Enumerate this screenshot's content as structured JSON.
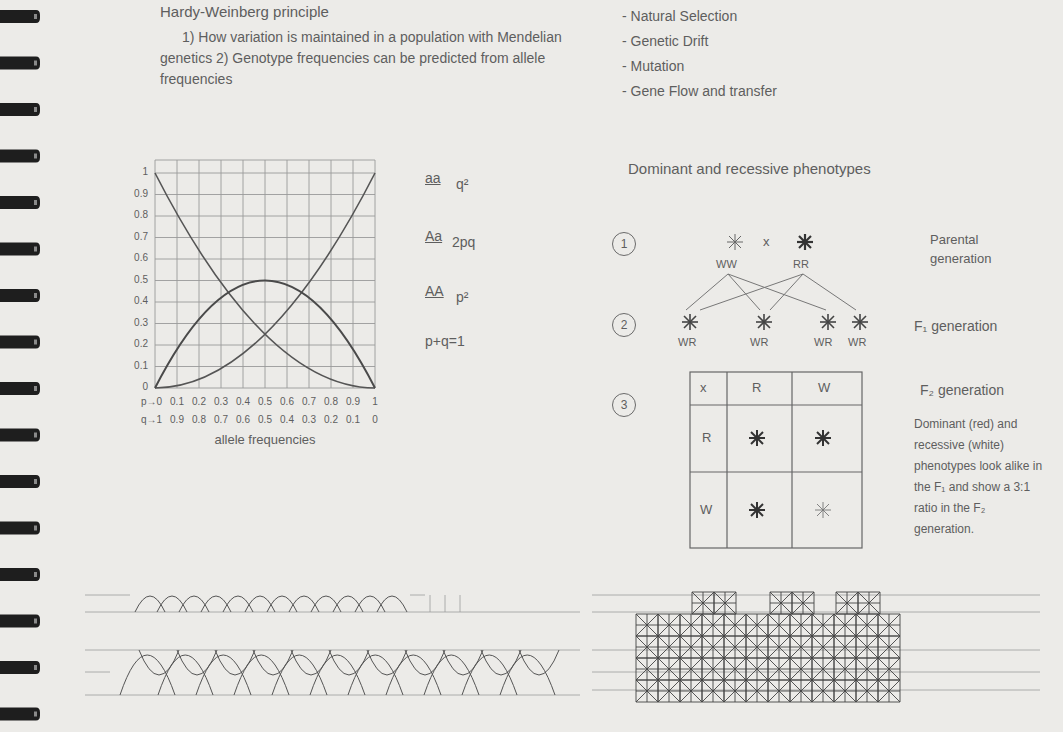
{
  "diagram": {
    "title": "Hardy-Weinberg principle",
    "nodes": [
      {
        "text": [
          "1"
        ]
      },
      {
        "text": [
          "2"
        ]
      },
      {
        "text": [
          "3"
        ]
      }
    ],
    "labels": [
      "1) How variation is maintained in a population with Mendelian genetics 2) Genotype frequencies can be predicted from allele frequencies",
      "1",
      "0.9",
      "0.8",
      "0.7",
      "0.6",
      "0.5",
      "0.4",
      "0.3",
      "0.2",
      "0.1",
      "0",
      "p→0",
      "0.1",
      "0.2",
      "0.3",
      "0.4",
      "0.5",
      "0.6",
      "0.7",
      "0.8",
      "0.9",
      "1",
      "q→1",
      "0.9",
      "0.8",
      "0.7",
      "0.6",
      "0.5",
      "0.4",
      "0.3",
      "0.2",
      "0.1",
      "0",
      "allele frequencies",
      "aa",
      "q²",
      "Aa",
      "2pq",
      "AA",
      "p²",
      "p+q=1",
      "- Natural Selection",
      "- Genetic Drift",
      "- Mutation",
      "- Gene Flow and transfer",
      "Dominant and recessive phenotypes",
      "x",
      "WW",
      "RR",
      "Parental generation",
      "WR",
      "WR",
      "WR",
      "WR",
      "F₁ generation",
      "x",
      "R",
      "W",
      "R",
      "W",
      "F₂ generation",
      "Dominant (red) and recessive (white) phenotypes look alike in the F₁ and show a 3:1 ratio in the F₂ generation."
    ]
  }
}
